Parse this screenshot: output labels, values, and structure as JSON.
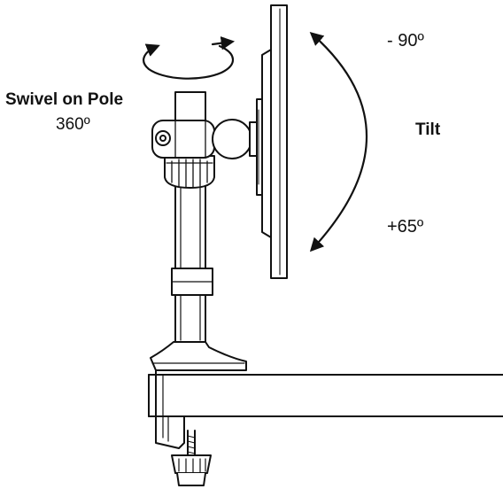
{
  "labels": {
    "swivel_title": "Swivel on Pole",
    "swivel_angle": "360º",
    "tilt_title": "Tilt",
    "tilt_top": "- 90º",
    "tilt_bottom": "+65º"
  },
  "colors": {
    "line": "#111111",
    "background": "#ffffff"
  }
}
